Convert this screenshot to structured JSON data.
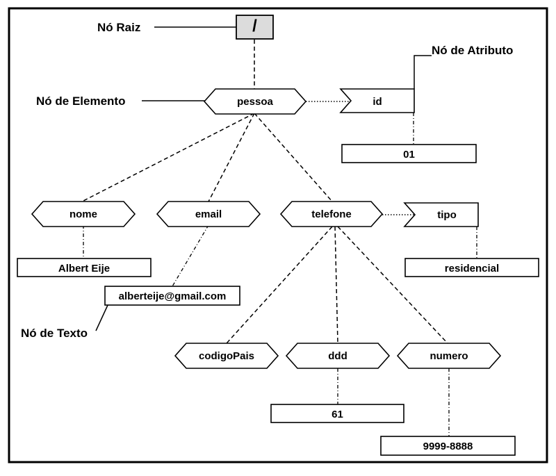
{
  "root": {
    "label": "/"
  },
  "callouts": {
    "root": "Nó Raiz",
    "element": "Nó de Elemento",
    "attribute": "Nó de Atributo",
    "text": "Nó de Texto"
  },
  "elements": {
    "pessoa": "pessoa",
    "nome": "nome",
    "email": "email",
    "telefone": "telefone",
    "codigoPais": "codigoPais",
    "ddd": "ddd",
    "numero": "numero"
  },
  "attributes": {
    "id": "id",
    "tipo": "tipo"
  },
  "texts": {
    "id_value": "01",
    "nome_value": "Albert Eije",
    "email_value": "alberteije@gmail.com",
    "tipo_value": "residencial",
    "ddd_value": "61",
    "numero_value": "9999-8888"
  }
}
